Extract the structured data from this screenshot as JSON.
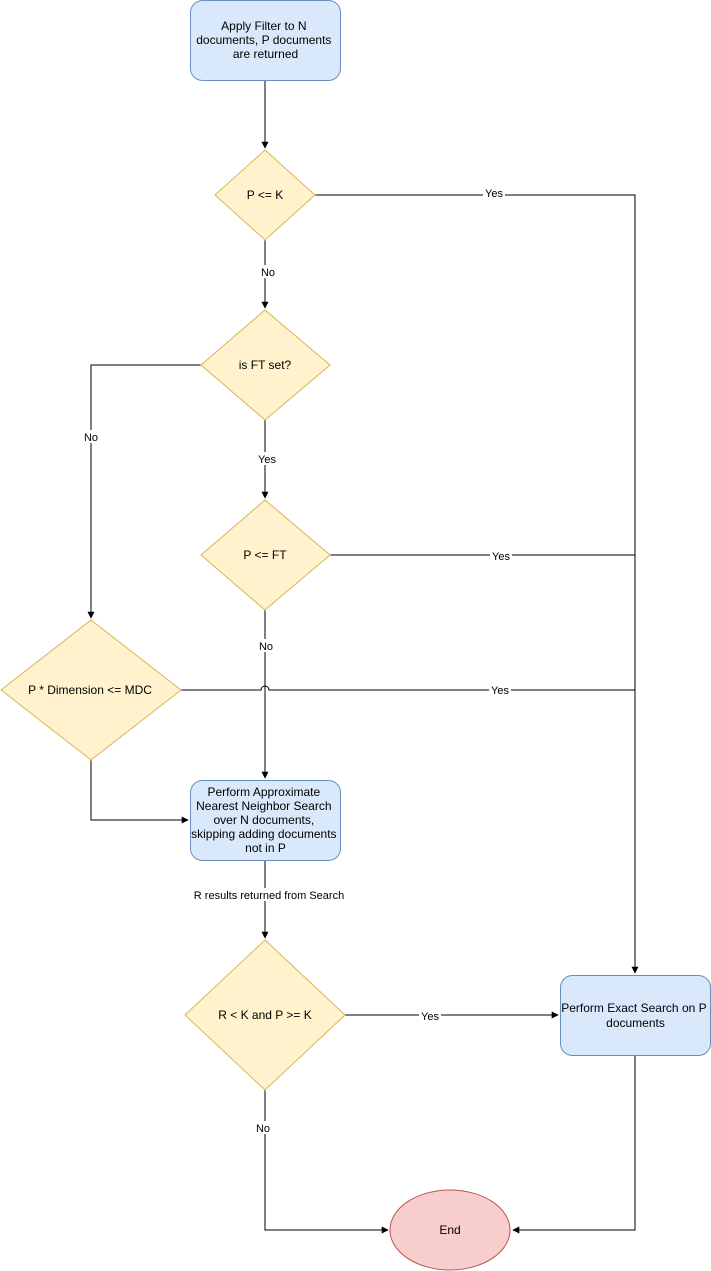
{
  "nodes": {
    "apply_filter": {
      "lines": [
        "Apply Filter to N",
        "documents, P documents",
        "are returned"
      ],
      "shape": "rounded-rect",
      "fill": "#dae8fc",
      "stroke": "#6c8ebf"
    },
    "p_le_k": {
      "lines": [
        "P <= K"
      ],
      "shape": "diamond",
      "fill": "#fff2cc",
      "stroke": "#d6b656"
    },
    "is_ft_set": {
      "lines": [
        "is FT set?"
      ],
      "shape": "diamond",
      "fill": "#fff2cc",
      "stroke": "#d6b656"
    },
    "p_le_ft": {
      "lines": [
        "P <= FT"
      ],
      "shape": "diamond",
      "fill": "#fff2cc",
      "stroke": "#d6b656"
    },
    "p_dim_le_mdc": {
      "lines": [
        "P * Dimension <= MDC"
      ],
      "shape": "diamond",
      "fill": "#fff2cc",
      "stroke": "#d6b656"
    },
    "approx_search": {
      "lines": [
        "Perform Approximate",
        "Nearest Neighbor Search",
        "over N documents,",
        "skipping adding documents",
        "not in P"
      ],
      "shape": "rounded-rect",
      "fill": "#dae8fc",
      "stroke": "#6c8ebf"
    },
    "r_lt_k": {
      "lines": [
        "R < K and P >= K"
      ],
      "shape": "diamond",
      "fill": "#fff2cc",
      "stroke": "#d6b656"
    },
    "exact_search": {
      "lines": [
        "Perform Exact Search on P",
        "documents"
      ],
      "shape": "rounded-rect",
      "fill": "#dae8fc",
      "stroke": "#6c8ebf"
    },
    "end": {
      "lines": [
        "End"
      ],
      "shape": "ellipse",
      "fill": "#f8cecc",
      "stroke": "#b85450"
    }
  },
  "edges": {
    "p_le_k_yes": "Yes",
    "p_le_k_no": "No",
    "ft_set_no": "No",
    "ft_set_yes": "Yes",
    "p_le_ft_yes": "Yes",
    "p_le_ft_no": "No",
    "mdc_yes": "Yes",
    "search_results": "R results returned from Search",
    "r_lt_k_yes": "Yes",
    "r_lt_k_no": "No"
  }
}
